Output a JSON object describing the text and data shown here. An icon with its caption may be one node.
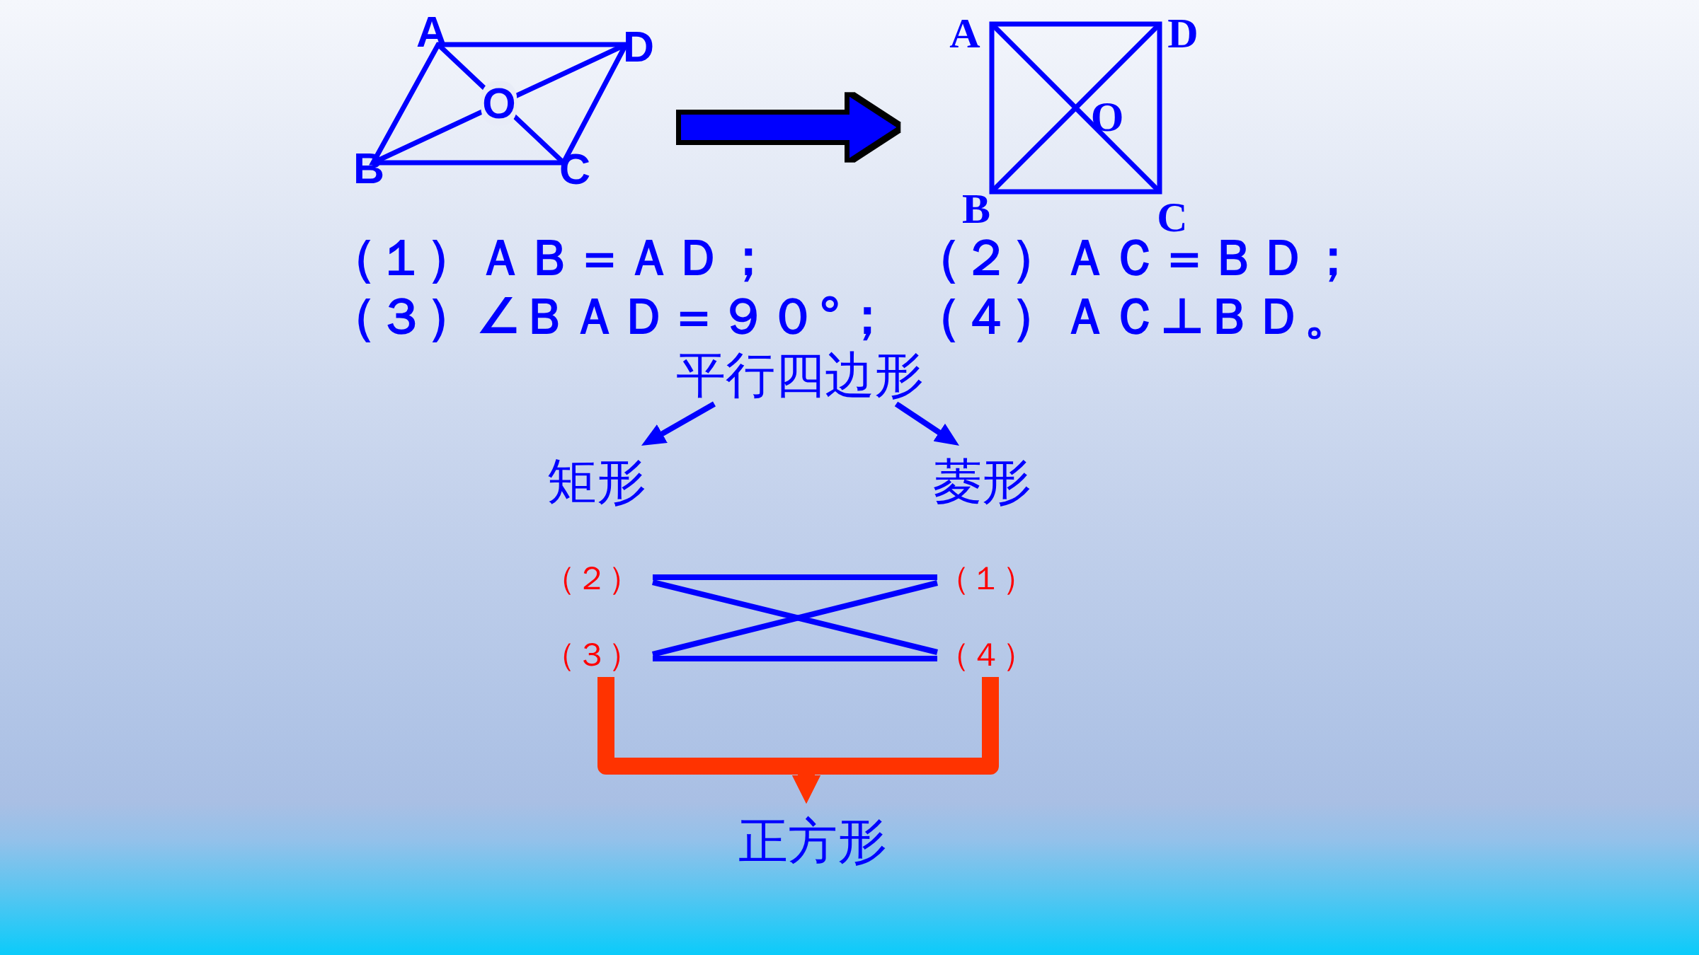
{
  "diagram": {
    "nodes": [
      {
        "text": [
          "A",
          "D",
          "O",
          "B",
          "C"
        ]
      },
      {
        "text": [
          "A",
          "D",
          "O",
          "B",
          "C"
        ]
      },
      {
        "text": [
          "平行四边形"
        ]
      },
      {
        "text": [
          "矩形"
        ]
      },
      {
        "text": [
          "菱形"
        ]
      },
      {
        "text": [
          "（２）"
        ]
      },
      {
        "text": [
          "（１）"
        ]
      },
      {
        "text": [
          "（３）"
        ]
      },
      {
        "text": [
          "（４）"
        ]
      },
      {
        "text": [
          "正方形"
        ]
      }
    ],
    "edges": [
      {
        "from": 0,
        "to": 1,
        "arrow": "to",
        "style": "thick"
      },
      {
        "from": 2,
        "to": 3,
        "arrow": "to"
      },
      {
        "from": 2,
        "to": 4,
        "arrow": "to"
      },
      {
        "from": 5,
        "to": 6,
        "arrow": "none"
      },
      {
        "from": 5,
        "to": 8,
        "arrow": "none"
      },
      {
        "from": 7,
        "to": 6,
        "arrow": "none"
      },
      {
        "from": 7,
        "to": 8,
        "arrow": "none"
      },
      {
        "from": 7,
        "to": 9,
        "arrow": "to",
        "style": "thick",
        "color": "#ff3300"
      },
      {
        "from": 8,
        "to": 9,
        "arrow": "to",
        "style": "thick",
        "color": "#ff3300"
      }
    ],
    "labels": [
      "（１）ＡＢ＝ＡＤ；",
      "（２）ＡＣ＝ＢＤ；",
      "（３）∠ＢＡＤ＝９０°；",
      "（４）ＡＣ⊥ＢＤ。"
    ]
  }
}
